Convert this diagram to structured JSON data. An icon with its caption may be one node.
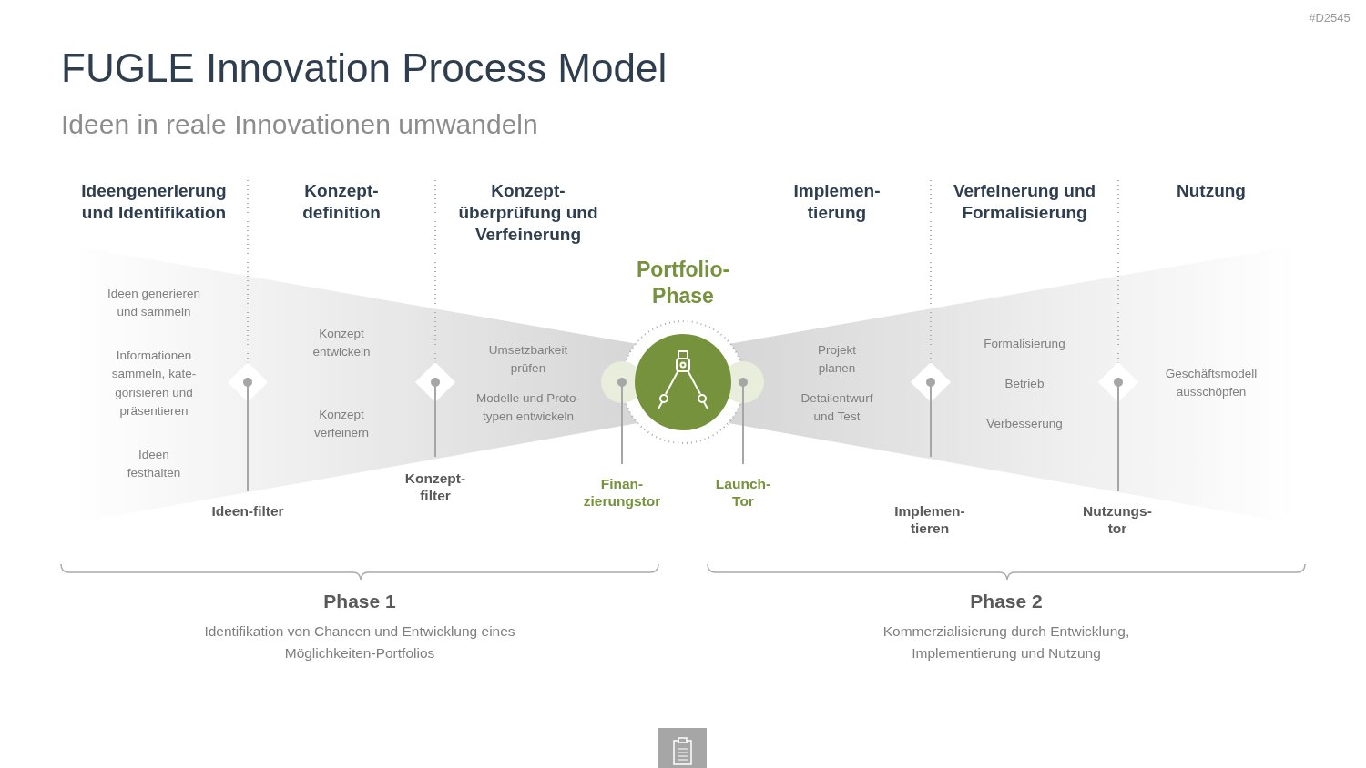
{
  "diagram": {
    "title": "FUGLE Innovation Process Model",
    "labels": [
      "#D2545",
      "Ideen in reale Innovationen umwandeln",
      "Ideengenerierung und Identifikation",
      "Konzept-definition",
      "Konzept-überprüfung und Verfeinerung",
      "Implemen-tierung",
      "Verfeinerung und Formalisierung",
      "Nutzung",
      "Portfolio-Phase",
      "Ideen generieren und sammeln",
      "Informationen sammeln, kate-gorisieren und präsentieren",
      "Ideen festhalten",
      "Konzept entwickeln",
      "Konzept verfeinern",
      "Umsetzbarkeit prüfen",
      "Modelle und Proto-typen entwickeln",
      "Projekt planen",
      "Detailentwurf und Test",
      "Formalisierung",
      "Betrieb",
      "Verbesserung",
      "Geschäftsmodell ausschöpfen",
      "Ideen-filter",
      "Konzept-filter",
      "Finan-zierungstor",
      "Launch-Tor",
      "Implemen-tieren",
      "Nutzungs-tor",
      "Phase 1",
      "Identifikation von Chancen und Entwicklung eines Möglichkeiten-Portfolios",
      "Phase 2",
      "Kommerzialisierung durch Entwicklung, Implementierung und Nutzung"
    ]
  }
}
